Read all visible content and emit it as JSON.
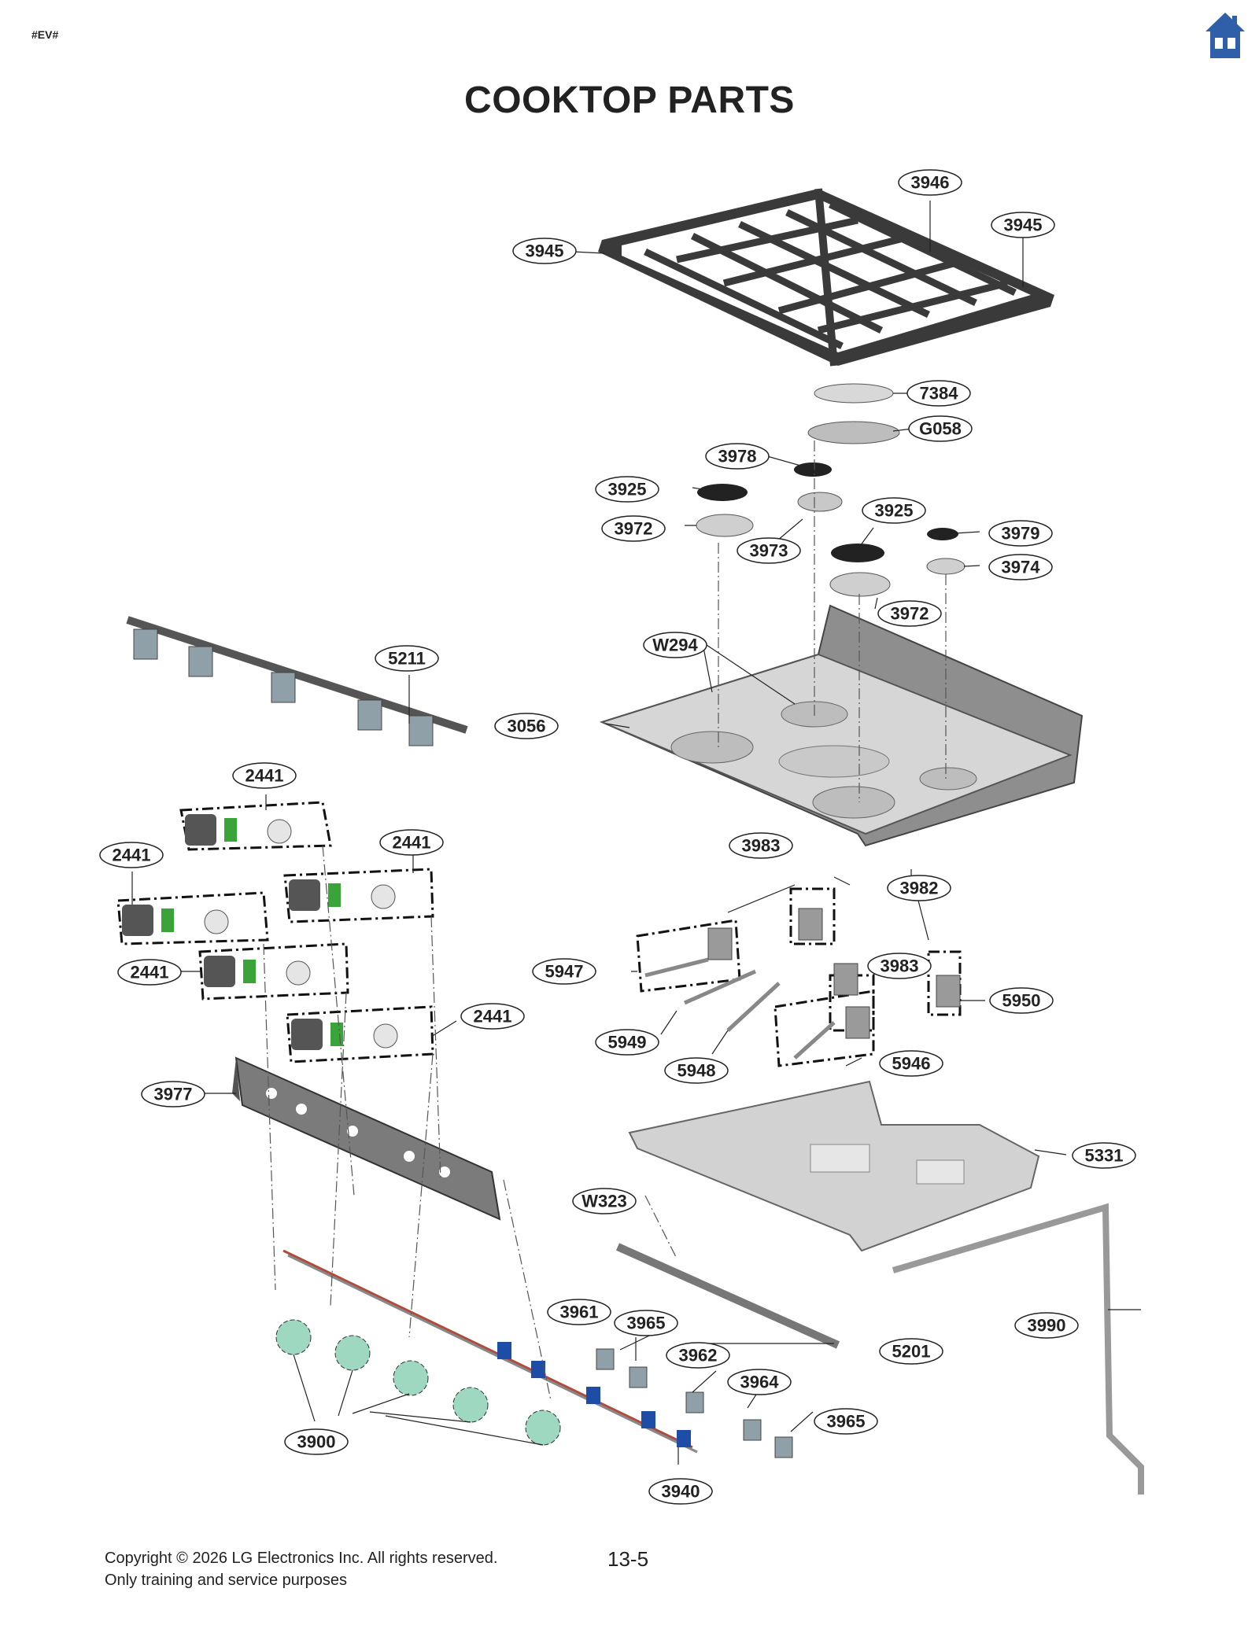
{
  "header": {
    "code": "#EV#",
    "title": "COOKTOP PARTS"
  },
  "icons": {
    "home": "home-icon"
  },
  "callouts": [
    "3946",
    "3945",
    "3945",
    "7384",
    "G058",
    "3978",
    "3925",
    "3972",
    "3973",
    "3925",
    "3979",
    "3974",
    "3972",
    "5211",
    "W294",
    "3056",
    "2441",
    "2441",
    "2441",
    "2441",
    "2441",
    "3983",
    "3982",
    "5947",
    "3983",
    "5950",
    "5949",
    "5948",
    "5946",
    "3977",
    "5331",
    "W323",
    "3961",
    "3965",
    "3962",
    "3964",
    "3965",
    "5201",
    "3990",
    "3900",
    "3940"
  ],
  "footer": {
    "copyright": "Copyright © 2026 LG Electronics Inc. All rights reserved.",
    "note": "Only training and service purposes",
    "page_number": "13-5"
  },
  "colors": {
    "home_icon": "#2f5fa8",
    "text": "#222222"
  }
}
